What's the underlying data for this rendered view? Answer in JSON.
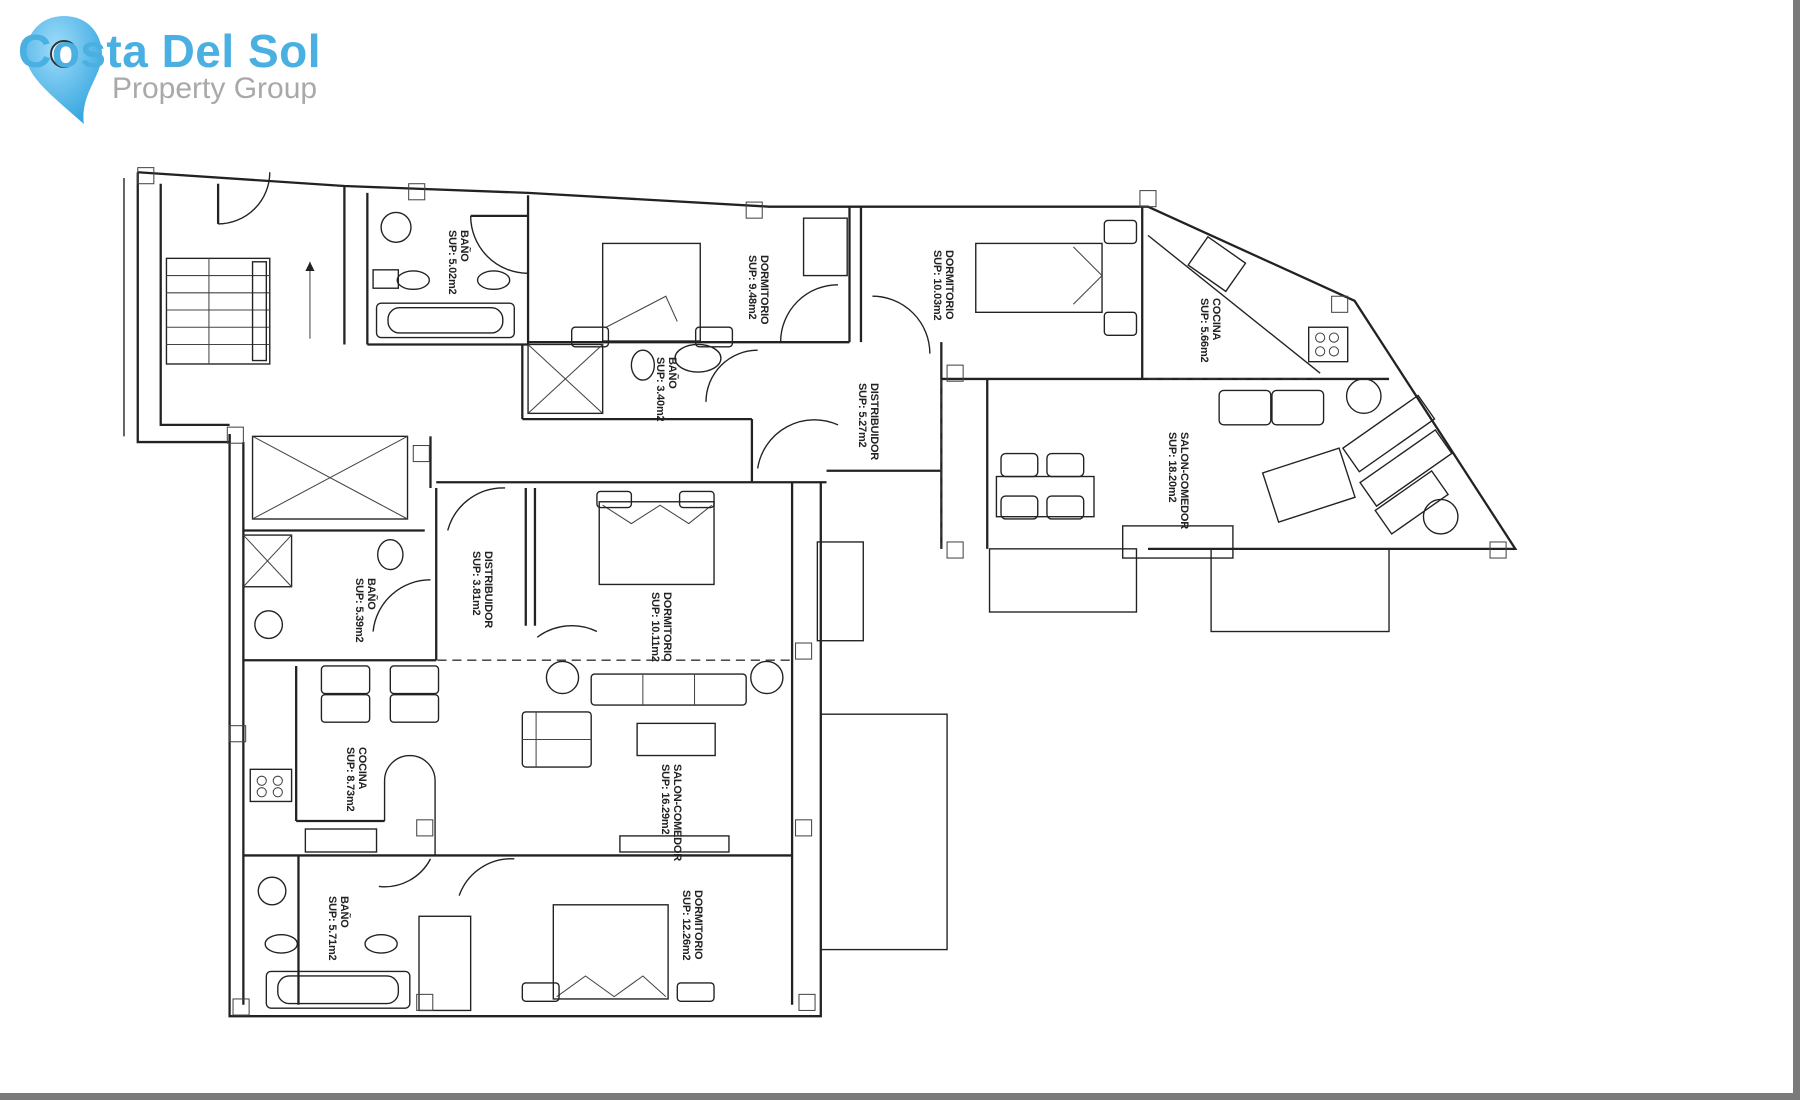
{
  "brand": {
    "title": "Costa Del Sol",
    "subtitle": "Property Group",
    "accent_color": "#4ab0e2",
    "subtitle_color": "#a9a9a9",
    "icon": "map-pin-icon"
  },
  "floor_plan": {
    "upper_unit": {
      "rooms": [
        {
          "name": "BAÑO",
          "area": "SUP: 5.02m2"
        },
        {
          "name": "DORMITORIO",
          "area": "SUP: 9.48m2"
        },
        {
          "name": "DORMITORIO",
          "area": "SUP: 10.03m2"
        },
        {
          "name": "COCINA",
          "area": "SUP: 5.66m2"
        },
        {
          "name": "BAÑO",
          "area": "SUP: 3.40m2"
        },
        {
          "name": "DISTRIBUIDOR",
          "area": "SUP: 5.27m2"
        },
        {
          "name": "SALON-COMEDOR",
          "area": "SUP: 18.20m2"
        }
      ]
    },
    "lower_unit": {
      "rooms": [
        {
          "name": "BAÑO",
          "area": "SUP: 5.39m2"
        },
        {
          "name": "DISTRIBUIDOR",
          "area": "SUP: 3.81m2"
        },
        {
          "name": "DORMITORIO",
          "area": "SUP: 10.11m2"
        },
        {
          "name": "COCINA",
          "area": "SUP: 8.73m2"
        },
        {
          "name": "SALON-COMEDOR",
          "area": "SUP: 16.29m2"
        },
        {
          "name": "BAÑO",
          "area": "SUP: 5.71m2"
        },
        {
          "name": "DORMITORIO",
          "area": "SUP: 12.26m2"
        }
      ]
    }
  }
}
